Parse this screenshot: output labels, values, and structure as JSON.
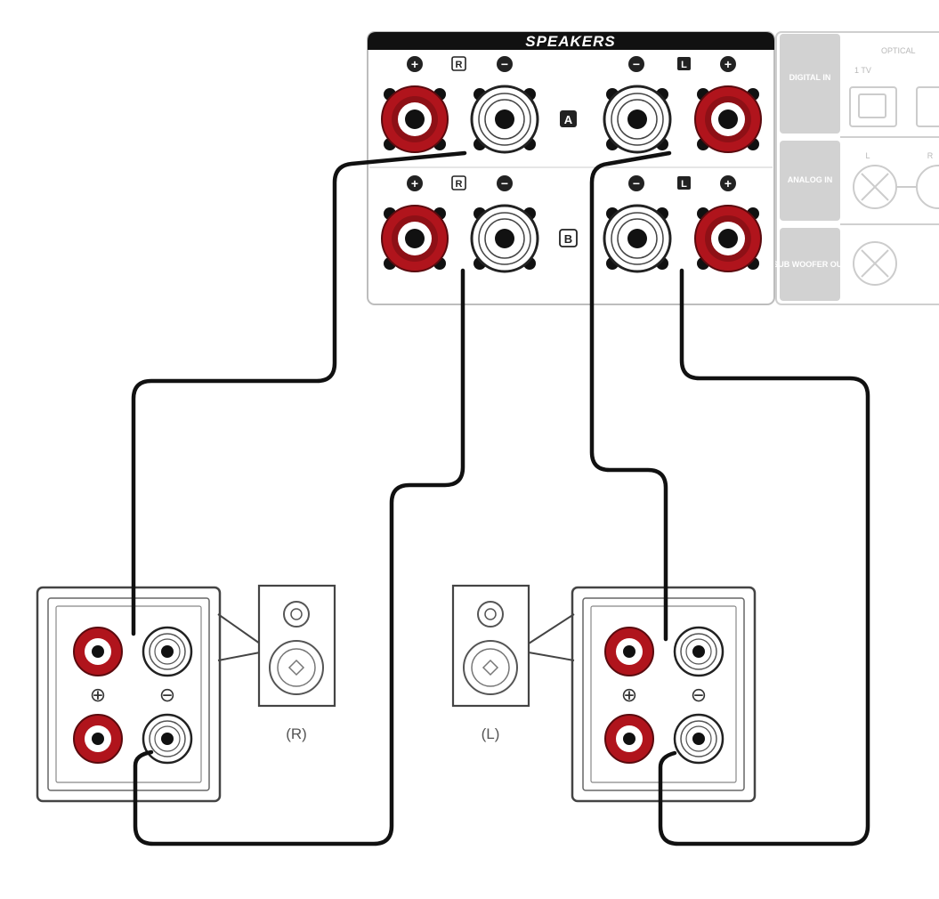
{
  "panel": {
    "title": "SPEAKERS",
    "channel_right": "R",
    "channel_left": "L",
    "row_a": "A",
    "row_b": "B",
    "plus": "+",
    "minus": "−"
  },
  "side_panel": {
    "digital_in": "DIGITAL IN",
    "optical": "OPTICAL",
    "tv": "1 TV",
    "analog_in": "ANALOG IN",
    "analog_l": "L",
    "analog_r": "R",
    "subwoofer_out": "SUB WOOFER OUT"
  },
  "speakers": {
    "right_label": "(R)",
    "left_label": "(L)",
    "plus": "⊕",
    "minus": "⊖"
  },
  "colors": {
    "red_terminal": "#b0141c",
    "panel_border": "#222222",
    "side_panel_fill": "#d2d2d2",
    "wire": "#111111"
  }
}
